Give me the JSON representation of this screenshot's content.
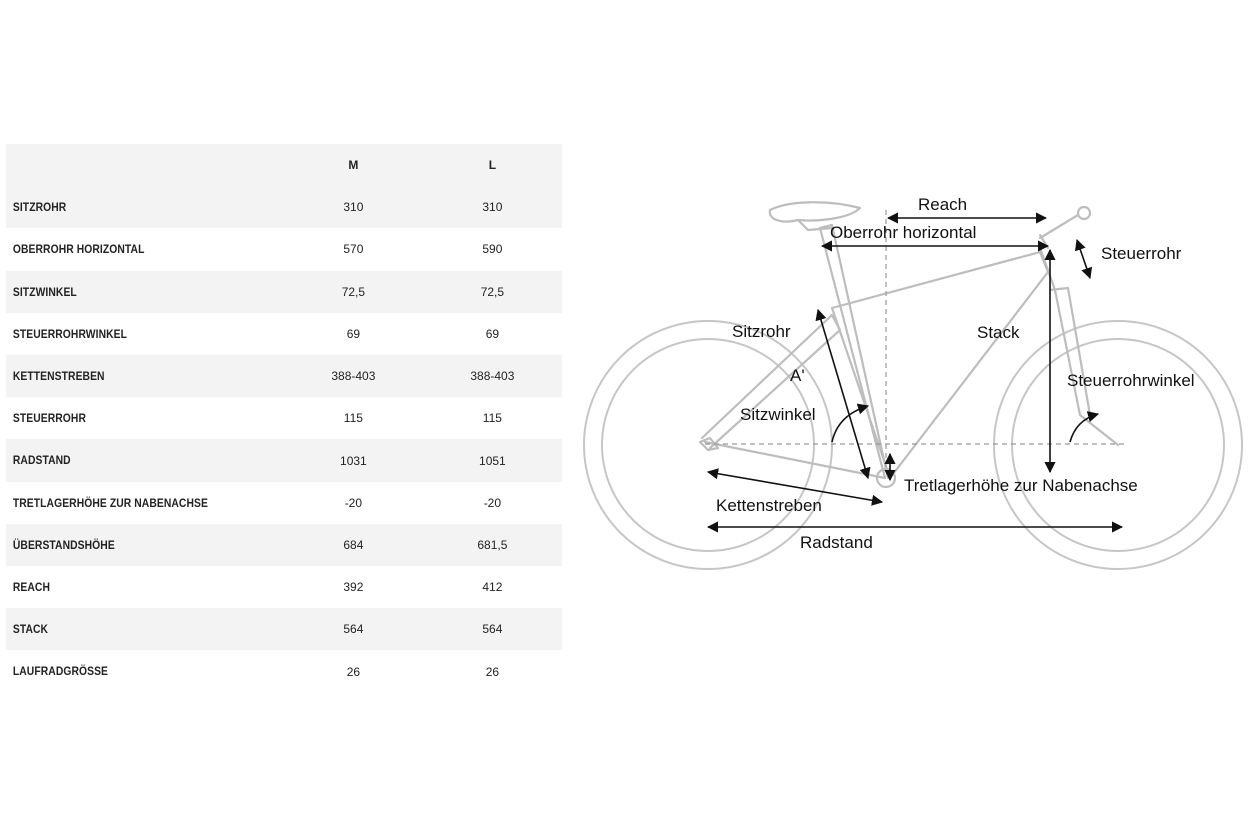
{
  "table": {
    "headers": [
      "",
      "M",
      "L"
    ],
    "rows": [
      {
        "label": "SITZROHR",
        "m": "310",
        "l": "310"
      },
      {
        "label": "OBERROHR HORIZONTAL",
        "m": "570",
        "l": "590"
      },
      {
        "label": "SITZWINKEL",
        "m": "72,5",
        "l": "72,5"
      },
      {
        "label": "STEUERROHRWINKEL",
        "m": "69",
        "l": "69"
      },
      {
        "label": "KETTENSTREBEN",
        "m": "388-403",
        "l": "388-403"
      },
      {
        "label": "STEUERROHR",
        "m": "115",
        "l": "115"
      },
      {
        "label": "RADSTAND",
        "m": "1031",
        "l": "1051"
      },
      {
        "label": "TRETLAGERHÖHE ZUR NABENACHSE",
        "m": "-20",
        "l": "-20"
      },
      {
        "label": "ÜBERSTANDSHÖHE",
        "m": "684",
        "l": "681,5"
      },
      {
        "label": "REACH",
        "m": "392",
        "l": "412"
      },
      {
        "label": "STACK",
        "m": "564",
        "l": "564"
      },
      {
        "label": "LAUFRADGRÖSSE",
        "m": "26",
        "l": "26"
      }
    ]
  },
  "diagram": {
    "labels": {
      "reach": "Reach",
      "oberrohr": "Oberrohr horizontal",
      "steuerrohr": "Steuerrohr",
      "sitzrohr": "Sitzrohr",
      "stack": "Stack",
      "a_prime": "A'",
      "steuerrohrwinkel": "Steuerrohrwinkel",
      "sitzwinkel": "Sitzwinkel",
      "tretlager": "Tretlagerhöhe zur Nabenachse",
      "kettenstreben": "Kettenstreben",
      "radstand": "Radstand"
    }
  }
}
